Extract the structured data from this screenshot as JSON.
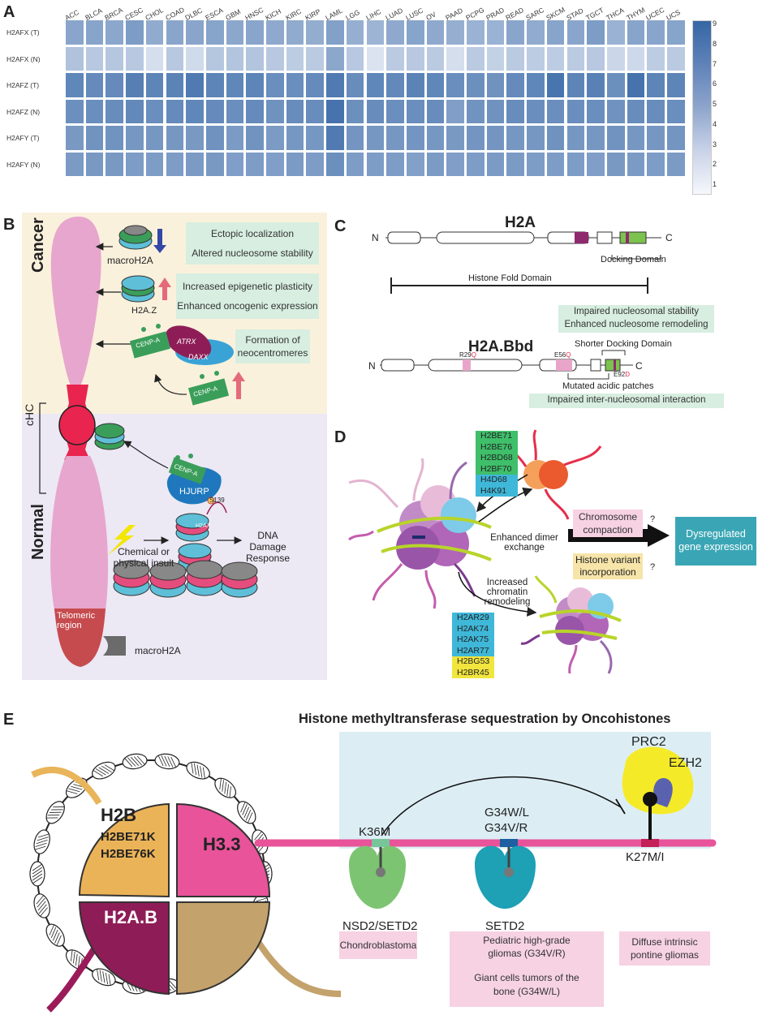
{
  "panels": {
    "a": "A",
    "b": "B",
    "c": "C",
    "d": "D",
    "e": "E"
  },
  "heatmap": {
    "columns": [
      "ACC",
      "BLCA",
      "BRCA",
      "CESC",
      "CHOL",
      "COAD",
      "DLBC",
      "ESCA",
      "GBM",
      "HNSC",
      "KICH",
      "KIRC",
      "KIRP",
      "LAML",
      "LGG",
      "LIHC",
      "LUAD",
      "LUSC",
      "OV",
      "PAAD",
      "PCPG",
      "PRAD",
      "READ",
      "SARC",
      "SKCM",
      "STAD",
      "TGCT",
      "THCA",
      "THYM",
      "UCEC",
      "UCS"
    ],
    "rows": [
      "H2AFX (T)",
      "H2AFX (N)",
      "H2AFZ (T)",
      "H2AFZ (N)",
      "H2AFY (T)",
      "H2AFY (N)"
    ],
    "values": [
      [
        5.5,
        5.6,
        5.4,
        6.0,
        5.2,
        5.5,
        5.5,
        5.6,
        5.4,
        5.5,
        5.3,
        5.2,
        5.1,
        5.8,
        5.0,
        4.7,
        5.3,
        5.6,
        5.3,
        5.0,
        4.8,
        4.8,
        5.5,
        5.2,
        5.6,
        5.5,
        6.0,
        4.8,
        5.6,
        5.5,
        5.6
      ],
      [
        3.9,
        3.6,
        3.7,
        3.6,
        2.4,
        3.6,
        2.6,
        3.7,
        3.8,
        3.8,
        3.6,
        3.4,
        3.5,
        5.4,
        3.6,
        2.1,
        3.5,
        3.6,
        3.5,
        2.4,
        3.5,
        3.1,
        3.5,
        3.4,
        3.4,
        3.5,
        3.6,
        2.8,
        2.7,
        3.4,
        3.5
      ],
      [
        7.2,
        7.0,
        7.0,
        7.6,
        7.3,
        7.4,
        7.9,
        7.3,
        7.2,
        7.3,
        6.8,
        6.8,
        7.0,
        7.9,
        6.9,
        7.2,
        7.1,
        7.4,
        7.2,
        6.8,
        6.7,
        6.6,
        7.0,
        7.2,
        8.2,
        7.3,
        7.5,
        6.7,
        8.3,
        7.3,
        7.3
      ],
      [
        6.7,
        6.8,
        6.9,
        7.1,
        6.8,
        7.0,
        7.2,
        7.0,
        6.8,
        7.0,
        6.6,
        6.9,
        6.9,
        8.3,
        6.7,
        6.9,
        6.8,
        6.8,
        6.9,
        5.9,
        6.5,
        6.6,
        6.9,
        6.8,
        6.8,
        6.8,
        6.8,
        6.6,
        6.9,
        6.9,
        6.8
      ],
      [
        6.2,
        6.5,
        6.5,
        6.3,
        6.3,
        6.3,
        6.2,
        6.6,
        6.1,
        6.5,
        6.1,
        6.3,
        6.3,
        7.9,
        6.4,
        6.3,
        6.3,
        6.4,
        6.3,
        6.2,
        6.4,
        6.4,
        6.3,
        6.3,
        6.6,
        6.3,
        6.3,
        6.5,
        6.3,
        6.3,
        6.4
      ],
      [
        6.1,
        6.2,
        6.2,
        6.0,
        6.0,
        6.0,
        6.1,
        6.2,
        5.9,
        6.0,
        5.9,
        6.1,
        6.0,
        6.7,
        6.0,
        6.0,
        6.0,
        5.8,
        6.1,
        5.9,
        6.0,
        6.1,
        6.1,
        6.0,
        6.0,
        6.0,
        5.9,
        6.2,
        6.1,
        6.0,
        6.1
      ]
    ],
    "scale_ticks": [
      "9",
      "8",
      "7",
      "6",
      "5",
      "4",
      "3",
      "2",
      "1"
    ],
    "scale_colors": {
      "low": "#f6f7fc",
      "high": "#3566a5"
    }
  },
  "b": {
    "cancer": "Cancer",
    "normal": "Normal",
    "chc": "cHC",
    "telomeric": "Telomeric region",
    "macroh2a": "macroH2A",
    "h2az": "H2A.Z",
    "cenpa": "CENP-A",
    "atrx": "ATRX",
    "daxx": "DAXX",
    "hjurp": "HJURP",
    "s139": "S139",
    "h2ax": "H2AX",
    "chemical": "Chemical or physical insult",
    "dna": "DNA Damage Response",
    "macroh2a_bottom": "macroH2A",
    "box1a": "Ectopic localization",
    "box1b": "Altered nucleosome stability",
    "box2a": "Increased epigenetic plasticity",
    "box2b": "Enhanced oncogenic expression",
    "box3": "Formation of neocentromeres"
  },
  "c": {
    "h2a_title": "H2A",
    "n1": "N",
    "c1": "C",
    "docking": "Docking Domain",
    "hfd": "Histone Fold Domain",
    "green1": "Impaired nucleosomal stability",
    "green2": "Enhanced nucleosome remodeling",
    "h2abbd": "H2A.Bbd",
    "shorter": "Shorter Docking Domain",
    "n2": "N",
    "c2": "C",
    "r29": "R29",
    "r29q": "Q",
    "e56": "E56",
    "e56q": "Q",
    "e92": "E92",
    "e92d": "D",
    "mutated": "Mutated acidic patches",
    "green3": "Impaired inter-nucleosomal interaction"
  },
  "d": {
    "green_list": [
      "H2BE71",
      "H2BE76",
      "H2BD68",
      "H2BF70"
    ],
    "blue_list": [
      "H4D68",
      "H4K91"
    ],
    "blue_list2": [
      "H2AR29",
      "H2AK74",
      "H2AK75",
      "H2AR77"
    ],
    "yellow_list": [
      "H2BG53",
      "H2BR45"
    ],
    "dimer": "Enhanced dimer exchange",
    "remodel": "Increased chromatin remodeling",
    "compaction": "Chromosome compaction",
    "incorp": "Histone variant incorporation",
    "q1": "?",
    "q2": "?",
    "dysreg": "Dysregulated gene expression"
  },
  "e": {
    "title": "Histone methyltransferase sequestration by Oncohistones",
    "h2b": "H2B",
    "h2b_m1": "H2BE71K",
    "h2b_m2": "H2BE76K",
    "h33": "H3.3",
    "h2ab": "H2A.B",
    "k36m": "K36M",
    "g34a": "G34W/L",
    "g34b": "G34V/R",
    "prc2": "PRC2",
    "ezh2": "EZH2",
    "k27m": "K27M/I",
    "nsd2": "NSD2/SETD2",
    "setd2": "SETD2",
    "dis1": "Chondroblastoma",
    "dis2a": "Pediatric high-grade gliomas (G34V/R)",
    "dis2b": "Giant cells tumors of the bone (G34W/L)",
    "dis3": "Diffuse intrinsic pontine gliomas"
  }
}
